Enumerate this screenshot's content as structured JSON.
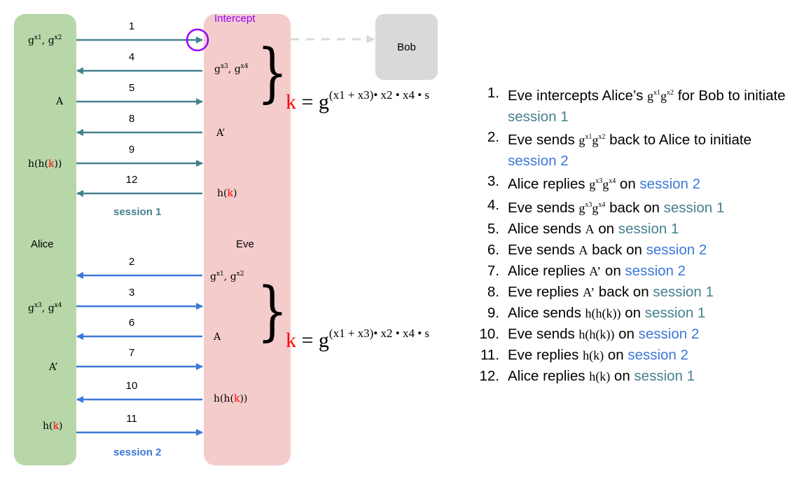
{
  "actors": {
    "alice": "Alice",
    "eve": "Eve",
    "bob": "Bob"
  },
  "intercept_label": "Intercept",
  "colors": {
    "alice_lane": "#b7d7a8",
    "eve_lane": "#f4cccc",
    "bob_box": "#d9d9d9",
    "session1": "#45818e",
    "session2": "#3c78d8",
    "intercept": "#9900ff",
    "key": "#ff0000"
  },
  "session1": {
    "label": "session 1",
    "messages": [
      {
        "num": "1",
        "direction": "right"
      },
      {
        "num": "4",
        "direction": "left"
      },
      {
        "num": "5",
        "direction": "right"
      },
      {
        "num": "8",
        "direction": "left"
      },
      {
        "num": "9",
        "direction": "right"
      },
      {
        "num": "12",
        "direction": "left"
      }
    ],
    "alice_values": {
      "g": "g",
      "x1": "x1",
      "x2": "x2",
      "A": "A",
      "hh_pre": "h(h(",
      "k": "k",
      "hh_post": "))"
    },
    "eve_values": {
      "g": "g",
      "x3": "x3",
      "x4": "x4",
      "A_prime": "A’",
      "h_pre": "h(",
      "k": "k",
      "h_post": ")"
    }
  },
  "session2": {
    "label": "session 2",
    "messages": [
      {
        "num": "2",
        "direction": "left"
      },
      {
        "num": "3",
        "direction": "right"
      },
      {
        "num": "6",
        "direction": "left"
      },
      {
        "num": "7",
        "direction": "right"
      },
      {
        "num": "10",
        "direction": "left"
      },
      {
        "num": "11",
        "direction": "right"
      }
    ],
    "alice_values": {
      "g": "g",
      "x3": "x3",
      "x4": "x4",
      "A_prime": "A’",
      "h_pre": "h(",
      "k": "k",
      "h_post": ")"
    },
    "eve_values": {
      "g": "g",
      "x1": "x1",
      "x2": "x2",
      "A": "A",
      "hh_pre": "h(h(",
      "k": "k",
      "hh_post": "))"
    }
  },
  "key_formula": {
    "k": "k",
    "eq": " = g",
    "exponent": "(x1 + x3)• x2 • x4 • s"
  },
  "steps": [
    {
      "n": "1.",
      "parts": [
        "Eve intercepts Alice’s ",
        "gx1gx2",
        " for Bob to initiate "
      ],
      "session": "session 1",
      "session_class": "s1"
    },
    {
      "n": "2.",
      "parts": [
        "Eve sends ",
        "gx1gx2",
        " back to Alice to initiate "
      ],
      "session": "session 2",
      "session_class": "s2"
    },
    {
      "n": "3.",
      "parts": [
        "Alice replies ",
        "gx3gx4",
        " on "
      ],
      "session": "session 2",
      "session_class": "s2"
    },
    {
      "n": "4.",
      "parts": [
        "Eve sends ",
        "gx3gx4",
        " back  on "
      ],
      "session": "session 1",
      "session_class": "s1"
    },
    {
      "n": "5.",
      "parts": [
        "Alice sends ",
        "A",
        " on "
      ],
      "session": "session 1",
      "session_class": "s1"
    },
    {
      "n": "6.",
      "parts": [
        "Eve sends ",
        "A",
        " back on "
      ],
      "session": "session 2",
      "session_class": "s2"
    },
    {
      "n": "7.",
      "parts": [
        "Alice replies ",
        "A’",
        " on "
      ],
      "session": "session 2",
      "session_class": "s2"
    },
    {
      "n": "8.",
      "parts": [
        "Eve replies ",
        "A’",
        " back  on "
      ],
      "session": "session 1",
      "session_class": "s1"
    },
    {
      "n": "9.",
      "parts": [
        "Alice sends ",
        "h(h(k))",
        " on "
      ],
      "session": "session 1",
      "session_class": "s1"
    },
    {
      "n": "10.",
      "parts": [
        "Eve sends ",
        "h(h(k))",
        " on "
      ],
      "session": "session 2",
      "session_class": "s2"
    },
    {
      "n": "11.",
      "parts": [
        "Eve replies ",
        "h(k)",
        " on "
      ],
      "session": "session 2",
      "session_class": "s2"
    },
    {
      "n": "12.",
      "parts": [
        "Alice replies ",
        "h(k)",
        " on "
      ],
      "session": "session 1",
      "session_class": "s1"
    }
  ]
}
